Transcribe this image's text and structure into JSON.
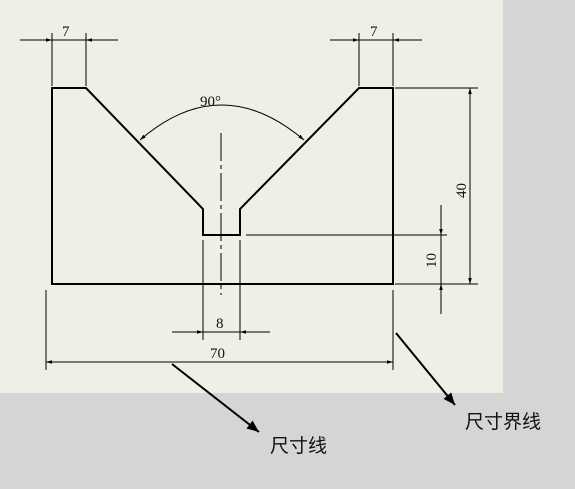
{
  "dimensions": {
    "top_left_width": "7",
    "top_right_width": "7",
    "angle": "90°",
    "total_height": "40",
    "slot_height": "10",
    "slot_width": "8",
    "total_width": "70"
  },
  "callouts": {
    "dimension_line": "尺寸线",
    "extension_line": "尺寸界线"
  },
  "colors": {
    "sheet": "#efefe6",
    "background": "#d4d6d6",
    "line": "#000000"
  }
}
